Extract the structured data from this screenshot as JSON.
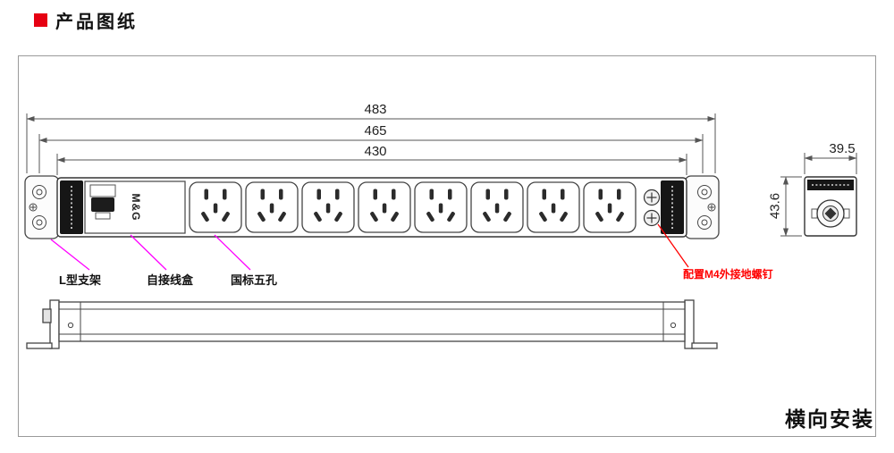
{
  "header": {
    "title": "产品图纸"
  },
  "front_view": {
    "dim_overall": "483",
    "dim_mounting": "465",
    "dim_inner": "430",
    "brand_label": "M&G",
    "outlet_count": 8
  },
  "side_view": {
    "dim_width": "39.5",
    "dim_height": "43.6"
  },
  "callouts": {
    "bracket": "L型支架",
    "junction_box": "自接线盒",
    "outlet": "国标五孔",
    "ground_screw": "配置M4外接地螺钉"
  },
  "footer": {
    "orientation_label": "横向安装"
  },
  "colors": {
    "accent_red": "#e60012",
    "callout_red": "#ff0000",
    "leader_magenta": "#ff00ff",
    "line_dark": "#333333"
  }
}
